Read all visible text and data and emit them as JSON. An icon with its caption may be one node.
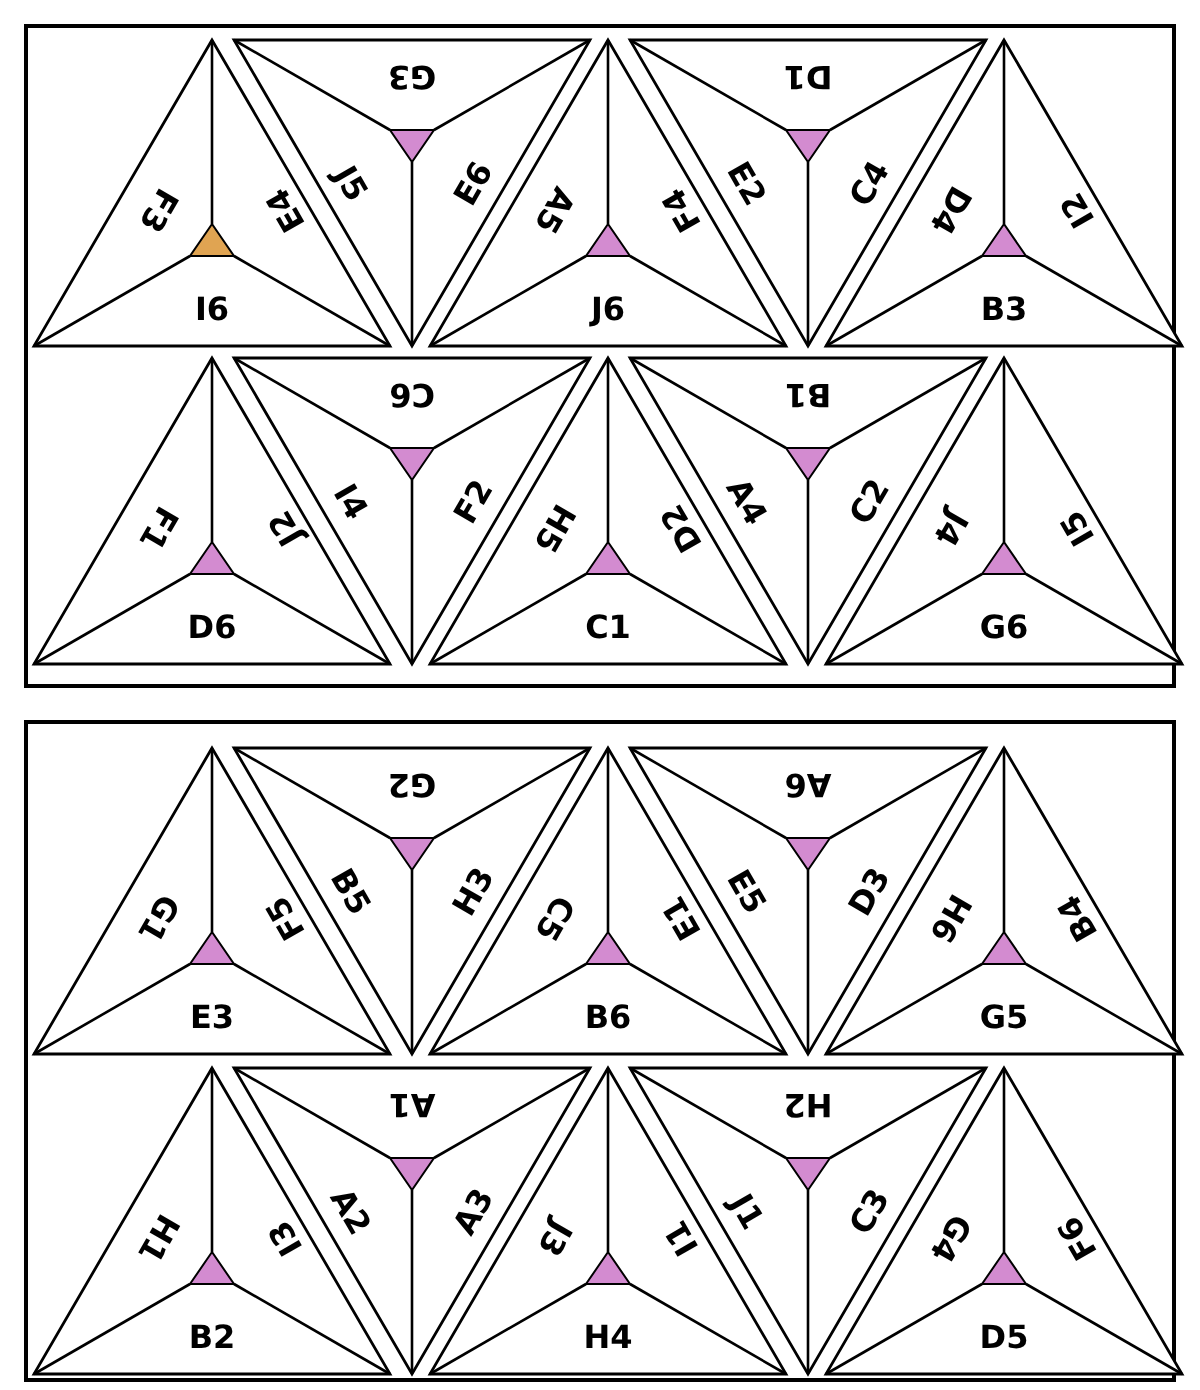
{
  "diagram": {
    "nodes": [
      {
        "text": [
          "F3",
          "E4",
          "I6"
        ]
      },
      {
        "text": [
          "G3",
          "J5",
          "E6"
        ]
      },
      {
        "text": [
          "A5",
          "F4",
          "J6"
        ]
      },
      {
        "text": [
          "D1",
          "E2",
          "C4"
        ]
      },
      {
        "text": [
          "D4",
          "I2",
          "B3"
        ]
      },
      {
        "text": [
          "F1",
          "J2",
          "D6"
        ]
      },
      {
        "text": [
          "C6",
          "I4",
          "F2"
        ]
      },
      {
        "text": [
          "H5",
          "D2",
          "C1"
        ]
      },
      {
        "text": [
          "B1",
          "A4",
          "C2"
        ]
      },
      {
        "text": [
          "J4",
          "I5",
          "G6"
        ]
      },
      {
        "text": [
          "G1",
          "F5",
          "E3"
        ]
      },
      {
        "text": [
          "G2",
          "B5",
          "H3"
        ]
      },
      {
        "text": [
          "C5",
          "E1",
          "B6"
        ]
      },
      {
        "text": [
          "A6",
          "E5",
          "D3"
        ]
      },
      {
        "text": [
          "H6",
          "B4",
          "G5"
        ]
      },
      {
        "text": [
          "H1",
          "I3",
          "B2"
        ]
      },
      {
        "text": [
          "A1",
          "A2",
          "A3"
        ]
      },
      {
        "text": [
          "J3",
          "I1",
          "H4"
        ]
      },
      {
        "text": [
          "H2",
          "J1",
          "C3"
        ]
      },
      {
        "text": [
          "G4",
          "F6",
          "D5"
        ]
      }
    ]
  }
}
